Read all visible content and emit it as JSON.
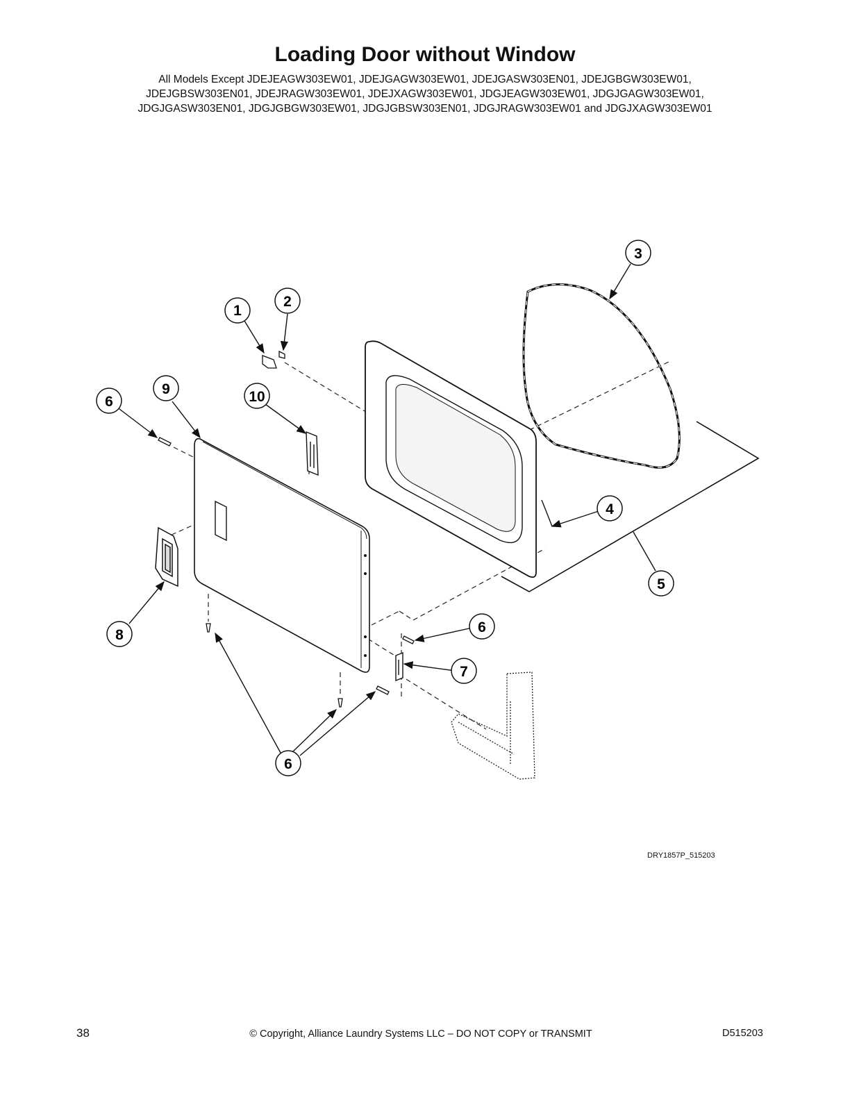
{
  "header": {
    "title": "Loading Door without Window",
    "models_lines": [
      "All Models Except JDEJEAGW303EW01, JDEJGAGW303EW01, JDEJGASW303EN01, JDEJGBGW303EW01,",
      "JDEJGBSW303EN01, JDEJRAGW303EW01, JDEJXAGW303EW01, JDGJEAGW303EW01, JDGJGAGW303EW01,",
      "JDGJGASW303EN01, JDGJGBGW303EW01, JDGJGBSW303EN01, JDGJRAGW303EW01 and JDGJXAGW303EW01"
    ]
  },
  "diagram": {
    "callouts": [
      "1",
      "2",
      "3",
      "4",
      "5",
      "6",
      "7",
      "8",
      "9",
      "10",
      "6",
      "6"
    ],
    "figure_code": "DRY1857P_515203"
  },
  "footer": {
    "page_number": "38",
    "copyright": "© Copyright, Alliance Laundry Systems LLC – DO NOT COPY or TRANSMIT",
    "doc_number": "D515203"
  }
}
